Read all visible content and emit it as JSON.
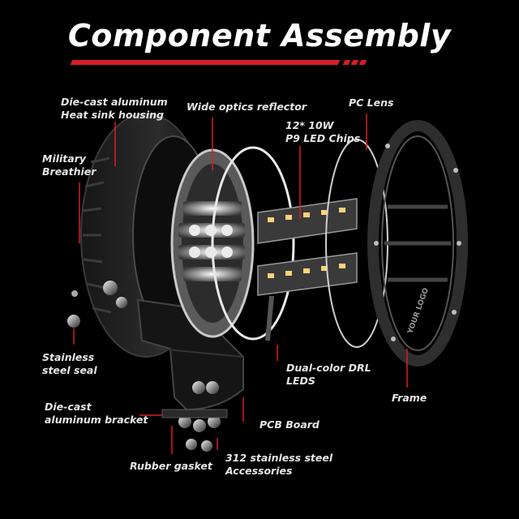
{
  "title": "Component Assembly",
  "labels": {
    "housing": [
      "Die-cast aluminum",
      "Heat sink housing"
    ],
    "reflector": [
      "Wide optics reflector"
    ],
    "lens": [
      "PC Lens"
    ],
    "chips": [
      "12* 10W",
      "P9 LED Chips"
    ],
    "breather": [
      "Military",
      "Breathier"
    ],
    "seal": [
      "Stainless",
      "steel seal"
    ],
    "drl": [
      "Dual-color DRL",
      "LEDS"
    ],
    "frame": [
      "Frame"
    ],
    "bracket": [
      "Die-cast",
      "aluminum bracket"
    ],
    "pcb": [
      "PCB Board"
    ],
    "gasket": [
      "Rubber gasket"
    ],
    "accessories": [
      "312 stainless steel",
      "Accessories"
    ]
  },
  "frame_logo": "YOUR LOGO",
  "colors": {
    "accent": "#d81d23",
    "background": "#000000",
    "text": "#e6e6e6"
  }
}
